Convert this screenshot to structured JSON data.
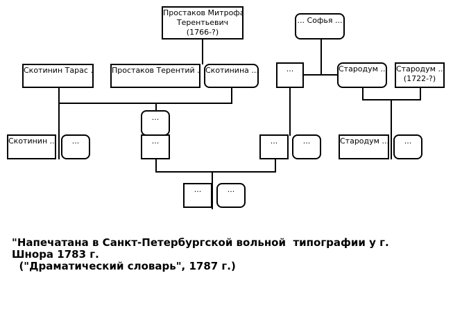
{
  "tree": {
    "mitrofan": {
      "line1": "Простаков Митрофан",
      "line2": "Терентьевич",
      "line3": "(1766-?)"
    },
    "sofya": {
      "label": "... Софья ..."
    },
    "skotinin_taras": {
      "label": "Скотинин Тарас ..."
    },
    "prostakov_terenty": {
      "label": "Простаков Терентий ..."
    },
    "skotinina": {
      "label": "Скотинина ..."
    },
    "unknown_mid_top": {
      "label": "..."
    },
    "starodum_1": {
      "label": "Стародум ..."
    },
    "starodum_2": {
      "line1": "Стародум ...",
      "line2": "(1722-?)"
    },
    "unknown_child_center": {
      "label": "..."
    },
    "skotinin_child": {
      "label": "Скотинин ..."
    },
    "skotinin_spouse": {
      "label": "..."
    },
    "unknown_child_left": {
      "label": "..."
    },
    "unknown_child_right": {
      "label": "..."
    },
    "unknown_child_right_spouse": {
      "label": "..."
    },
    "starodum_child": {
      "label": "Стародум ..."
    },
    "starodum_child_spouse": {
      "label": "..."
    },
    "grandchild": {
      "label": "..."
    },
    "grandchild_spouse": {
      "label": "..."
    }
  },
  "caption": {
    "line1": "\"Напечатана в Санкт-Петербургской вольной  типографии у г.",
    "line2": "Шнора 1783 г.",
    "line3": "  (\"Драматический словарь\", 1787 г.)"
  }
}
